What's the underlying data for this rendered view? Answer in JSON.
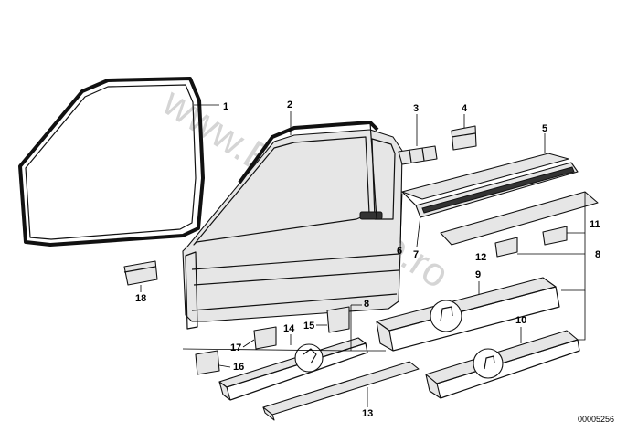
{
  "watermark": "www.BMWstore.ro",
  "reference": "00005256",
  "callouts": [
    {
      "id": "c1",
      "text": "1"
    },
    {
      "id": "c2",
      "text": "2"
    },
    {
      "id": "c3",
      "text": "3"
    },
    {
      "id": "c4",
      "text": "4"
    },
    {
      "id": "c5",
      "text": "5"
    },
    {
      "id": "c6",
      "text": "6"
    },
    {
      "id": "c7",
      "text": "7"
    },
    {
      "id": "c8a",
      "text": "8"
    },
    {
      "id": "c8b",
      "text": "8"
    },
    {
      "id": "c9",
      "text": "9"
    },
    {
      "id": "c10",
      "text": "10"
    },
    {
      "id": "c11",
      "text": "11"
    },
    {
      "id": "c12",
      "text": "12"
    },
    {
      "id": "c13",
      "text": "13"
    },
    {
      "id": "c14",
      "text": "14"
    },
    {
      "id": "c15",
      "text": "15"
    },
    {
      "id": "c16",
      "text": "16"
    },
    {
      "id": "c17",
      "text": "17"
    },
    {
      "id": "c18",
      "text": "18"
    }
  ]
}
